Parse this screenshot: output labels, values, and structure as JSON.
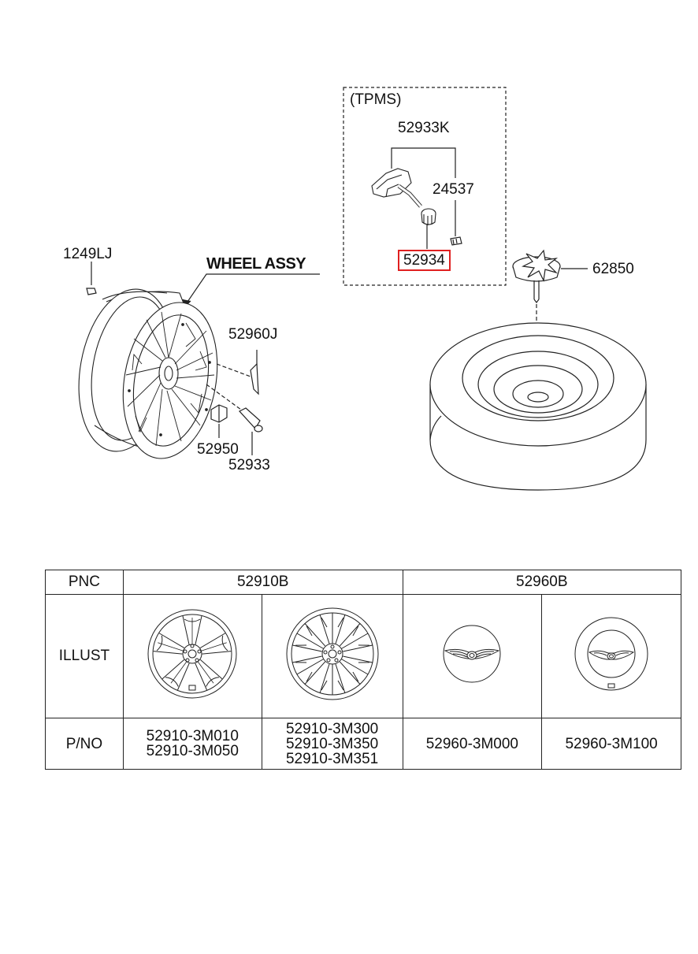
{
  "labels": {
    "tpms": "(TPMS)",
    "tpms_kit": "52933K",
    "nut": "24537",
    "valve_core_highlighted": "52934",
    "jack_holder": "62850",
    "bolt": "1249LJ",
    "wheel_assy": "WHEEL ASSY",
    "cap": "52960J",
    "hub_nut": "52950",
    "valve": "52933"
  },
  "highlight_color": "#e02020",
  "table": {
    "headers": {
      "pnc": "PNC",
      "illust": "ILLUST",
      "pno": "P/NO"
    },
    "groups": [
      {
        "pnc": "52910B"
      },
      {
        "pnc": "52960B"
      }
    ],
    "parts": [
      {
        "illust": "wheel-10-spoke-icon",
        "numbers": [
          "52910-3M010",
          "52910-3M050"
        ]
      },
      {
        "illust": "wheel-multi-spoke-icon",
        "numbers": [
          "52910-3M300",
          "52910-3M350",
          "52910-3M351"
        ]
      },
      {
        "illust": "center-cap-winged-emblem-icon",
        "numbers": [
          "52960-3M000"
        ]
      },
      {
        "illust": "center-cap-winged-emblem-icon",
        "numbers": [
          "52960-3M100"
        ]
      }
    ]
  }
}
